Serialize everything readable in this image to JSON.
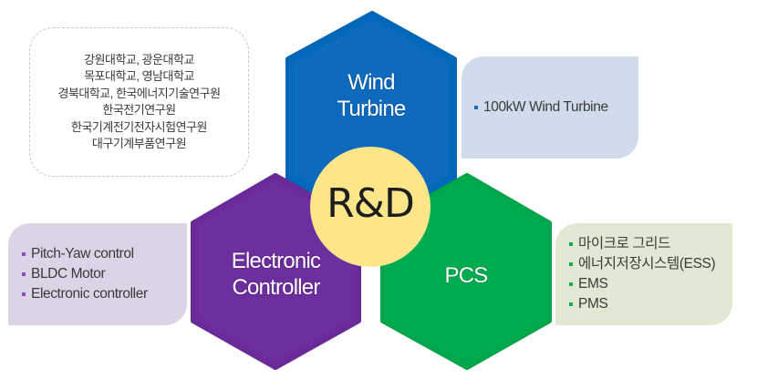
{
  "partners": {
    "lines": [
      "강원대학교, 광운대학교",
      "목포대학교, 영남대학교",
      "경북대학교, 한국에너지기술연구원",
      "한국전기연구원",
      "한국기계전기전자시험연구원",
      "대구기계부품연구원"
    ]
  },
  "center": {
    "label": "R&D",
    "color": "#fde68a"
  },
  "hexagons": {
    "wind": {
      "lines": [
        "Wind",
        "Turbine"
      ],
      "color": "#0a6bbd"
    },
    "electronic": {
      "lines": [
        "Electronic",
        "Controller"
      ],
      "color": "#6d2f9e"
    },
    "pcs": {
      "lines": [
        "PCS"
      ],
      "color": "#06ac4f"
    }
  },
  "boxes": {
    "wind": {
      "items": [
        "100kW Wind Turbine"
      ],
      "bullet_icon": "square-bullet"
    },
    "electronic": {
      "items": [
        "Pitch-Yaw control",
        "BLDC Motor",
        "Electronic controller"
      ],
      "bullet_icon": "square-bullet"
    },
    "pcs": {
      "items": [
        "마이크로 그리드",
        "에너지저장시스템(ESS)",
        "EMS",
        "PMS"
      ],
      "bullet_icon": "square-bullet"
    }
  }
}
